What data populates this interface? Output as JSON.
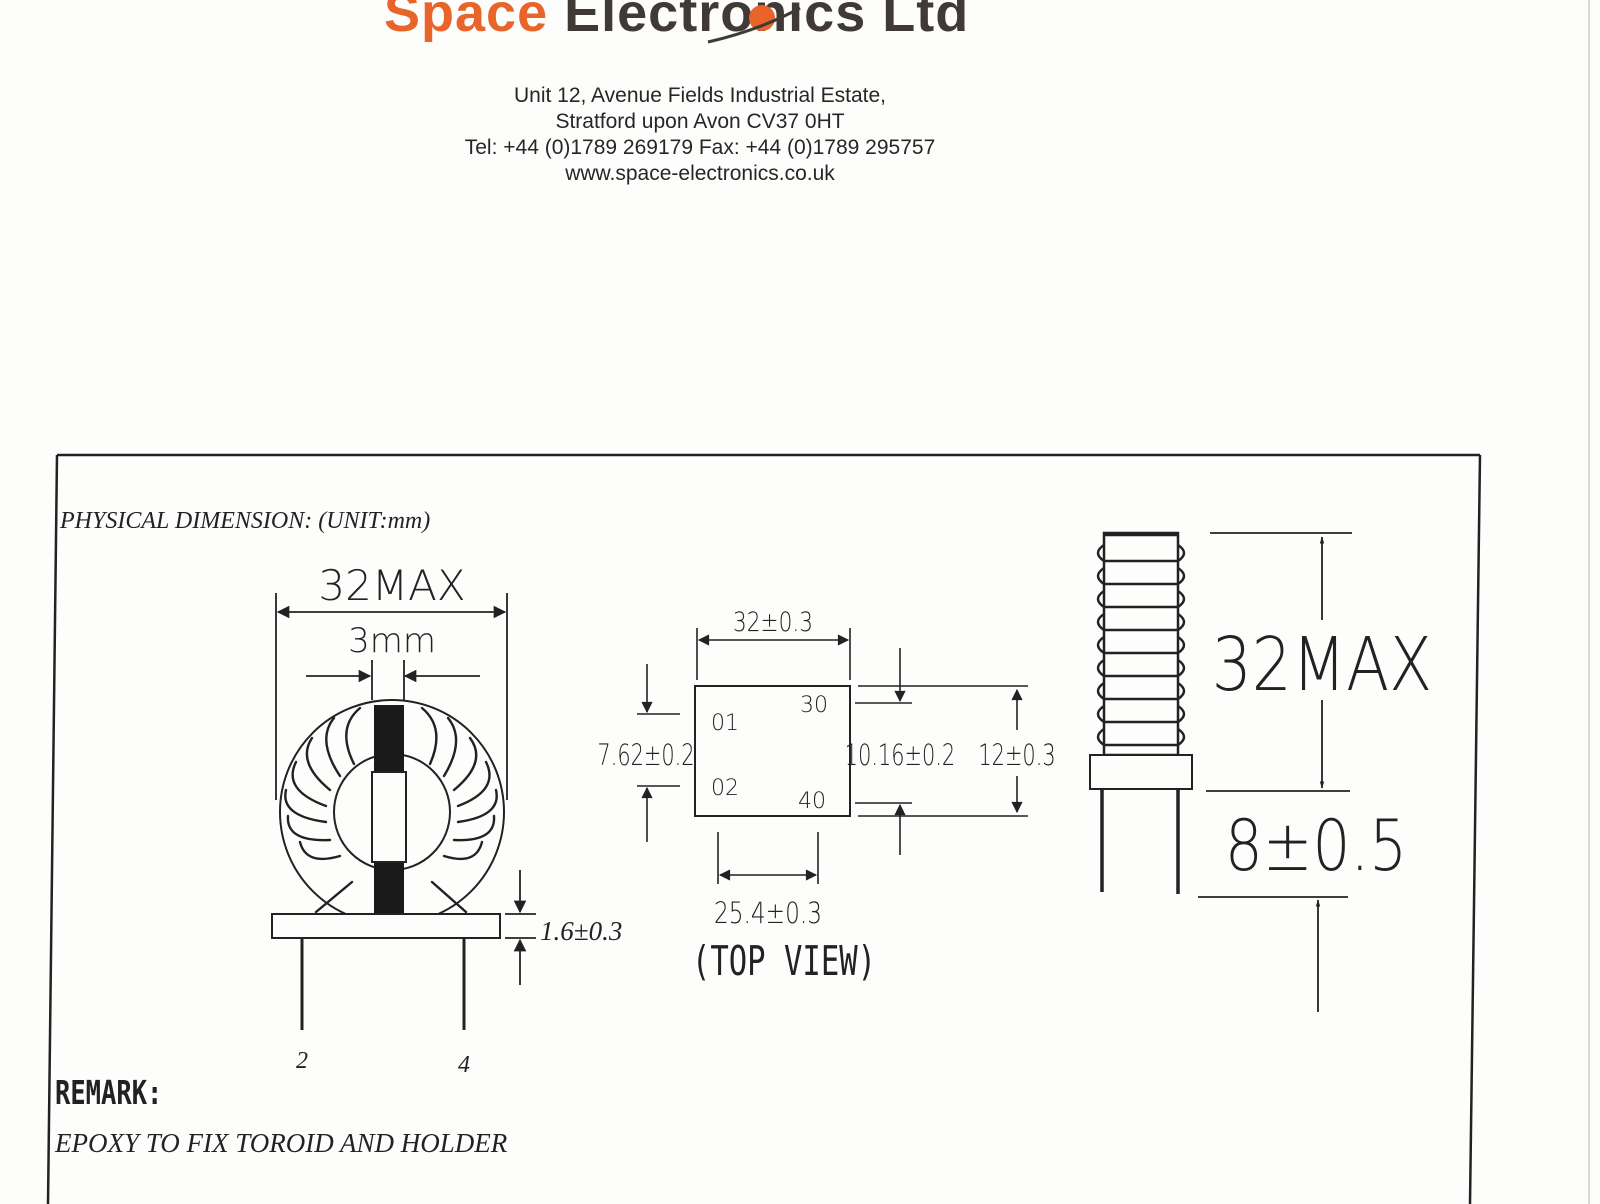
{
  "header": {
    "company_part1": "Space",
    "company_part2": "Electronics Ltd",
    "address_line1": "Unit 12,  Avenue Fields Industrial Estate,",
    "address_line2": "Stratford upon Avon  CV37 0HT",
    "contact_line": "Tel: +44 (0)1789 269179  Fax: +44 (0)1789 295757",
    "website": "www.space-electronics.co.uk"
  },
  "drawing": {
    "section_title": "PHYSICAL  DIMENSION: (UNIT:mm)",
    "front_view": {
      "width_label": "32MAX",
      "gap_label": "3mm",
      "base_thickness_label": "1.6±0.3",
      "pin_left": "2",
      "pin_right": "4"
    },
    "top_view": {
      "width_label": "32±0.3",
      "pin_pitch_x_label": "25.4±0.3",
      "pin_pitch_y_label": "7.62±0.2",
      "inner_height_label": "10.16±0.2",
      "outer_height_label": "12±0.3",
      "pin_1": "01",
      "pin_2": "02",
      "pin_3": "30",
      "pin_4": "40",
      "caption": "(TOP  VIEW)"
    },
    "side_view": {
      "height_label": "32MAX",
      "pin_length_label": "8±0.5"
    },
    "remark_title": "REMARK:",
    "remark_text": "EPOXY  TO  FIX  TOROID  AND  HOLDER"
  }
}
